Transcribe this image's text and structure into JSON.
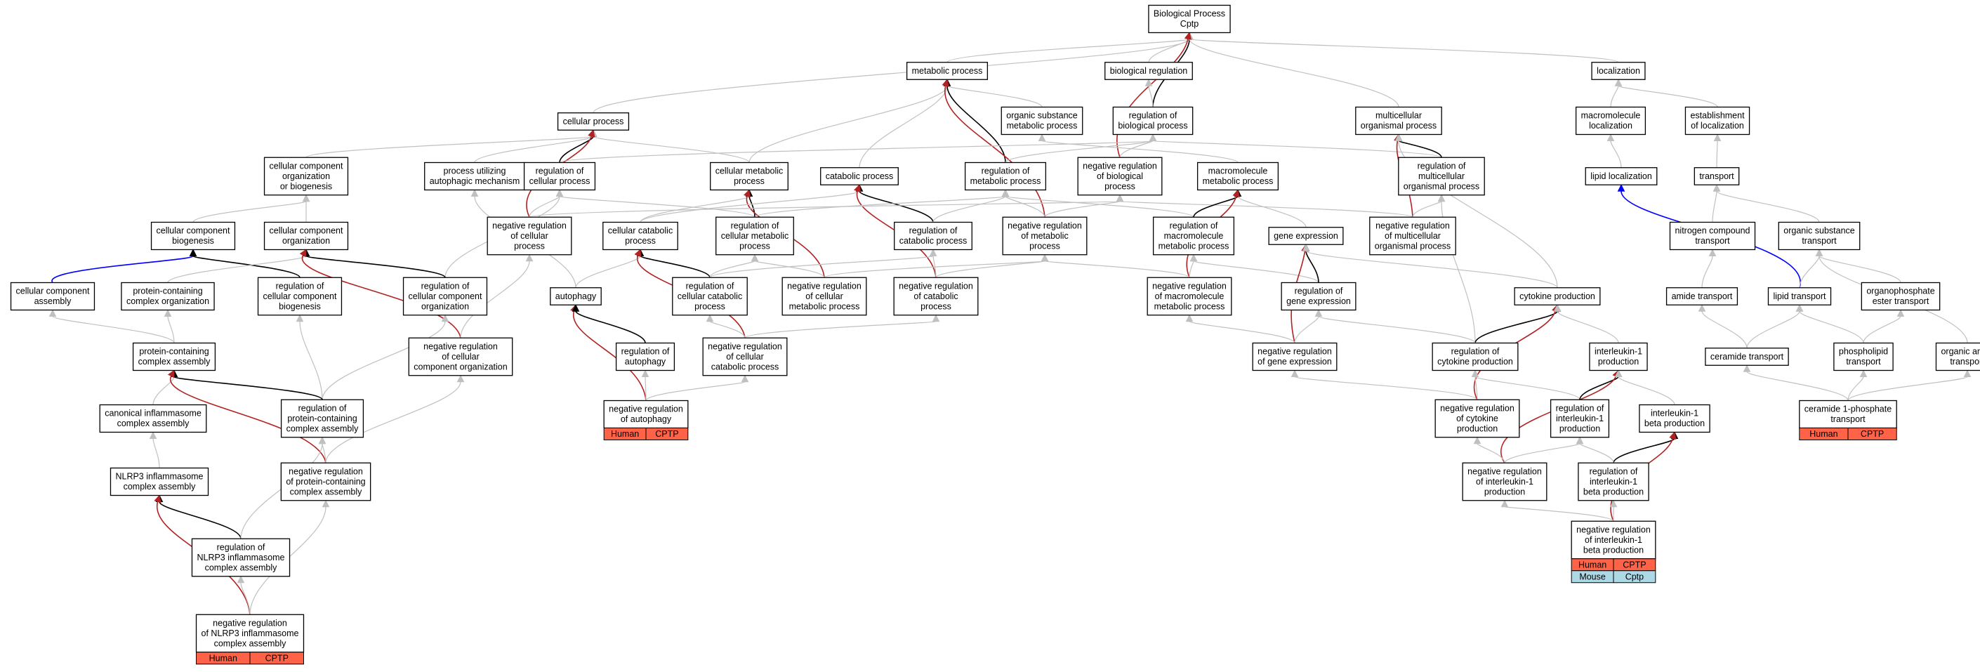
{
  "colors": {
    "edge_gray": "#c0c0c0",
    "edge_black": "#000000",
    "edge_red": "#b22222",
    "edge_blue": "#0000ff",
    "human_tag": "#ff6347",
    "mouse_tag": "#add8e6"
  },
  "nodes": [
    {
      "id": "bp",
      "lines": [
        "Biological Process",
        "Cptp"
      ]
    },
    {
      "id": "metab",
      "lines": [
        "metabolic process"
      ]
    },
    {
      "id": "bioreg",
      "lines": [
        "biological regulation"
      ]
    },
    {
      "id": "loc",
      "lines": [
        "localization"
      ]
    },
    {
      "id": "cellproc",
      "lines": [
        "cellular process"
      ]
    },
    {
      "id": "orgsub",
      "lines": [
        "organic substance",
        "metabolic process"
      ]
    },
    {
      "id": "regbio",
      "lines": [
        "regulation of",
        "biological process"
      ]
    },
    {
      "id": "multi",
      "lines": [
        "multicellular",
        "organismal process"
      ]
    },
    {
      "id": "macroloc",
      "lines": [
        "macromolecule",
        "localization"
      ]
    },
    {
      "id": "estloc",
      "lines": [
        "establishment",
        "of localization"
      ]
    },
    {
      "id": "ccob",
      "lines": [
        "cellular component",
        "organization",
        "or biogenesis"
      ]
    },
    {
      "id": "autophmech",
      "lines": [
        "process utilizing",
        "autophagic mechanism"
      ]
    },
    {
      "id": "regcell",
      "lines": [
        "regulation of",
        "cellular process"
      ]
    },
    {
      "id": "cellmetab",
      "lines": [
        "cellular metabolic",
        "process"
      ]
    },
    {
      "id": "catab",
      "lines": [
        "catabolic process"
      ]
    },
    {
      "id": "regmetab",
      "lines": [
        "regulation of",
        "metabolic process"
      ]
    },
    {
      "id": "negregbio",
      "lines": [
        "negative regulation",
        "of biological",
        "process"
      ]
    },
    {
      "id": "macrometab",
      "lines": [
        "macromolecule",
        "metabolic process"
      ]
    },
    {
      "id": "regmulti",
      "lines": [
        "regulation of",
        "multicellular",
        "organismal process"
      ]
    },
    {
      "id": "lipidloc",
      "lines": [
        "lipid localization"
      ]
    },
    {
      "id": "transport",
      "lines": [
        "transport"
      ]
    },
    {
      "id": "ccbio",
      "lines": [
        "cellular component",
        "biogenesis"
      ]
    },
    {
      "id": "ccorg",
      "lines": [
        "cellular component",
        "organization"
      ]
    },
    {
      "id": "negregcell",
      "lines": [
        "negative regulation",
        "of cellular",
        "process"
      ]
    },
    {
      "id": "cellcatab",
      "lines": [
        "cellular catabolic",
        "process"
      ]
    },
    {
      "id": "regcellmetab",
      "lines": [
        "regulation of",
        "cellular metabolic",
        "process"
      ]
    },
    {
      "id": "regcatab",
      "lines": [
        "regulation of",
        "catabolic process"
      ]
    },
    {
      "id": "negregmetab",
      "lines": [
        "negative regulation",
        "of metabolic",
        "process"
      ]
    },
    {
      "id": "regmacrometab",
      "lines": [
        "regulation of",
        "macromolecule",
        "metabolic process"
      ]
    },
    {
      "id": "geneexpr",
      "lines": [
        "gene expression"
      ]
    },
    {
      "id": "negregmulti",
      "lines": [
        "negative regulation",
        "of multicellular",
        "organismal process"
      ]
    },
    {
      "id": "nitro",
      "lines": [
        "nitrogen compound",
        "transport"
      ]
    },
    {
      "id": "orgsubtrans",
      "lines": [
        "organic substance",
        "transport"
      ]
    },
    {
      "id": "ccasm",
      "lines": [
        "cellular component",
        "assembly"
      ]
    },
    {
      "id": "pcco",
      "lines": [
        "protein-containing",
        "complex organization"
      ]
    },
    {
      "id": "regccbio",
      "lines": [
        "regulation of",
        "cellular component",
        "biogenesis"
      ]
    },
    {
      "id": "regccorg",
      "lines": [
        "regulation of",
        "cellular component",
        "organization"
      ]
    },
    {
      "id": "autophagy",
      "lines": [
        "autophagy"
      ]
    },
    {
      "id": "regcellcatab",
      "lines": [
        "regulation of",
        "cellular catabolic",
        "process"
      ]
    },
    {
      "id": "negregcellmetab",
      "lines": [
        "negative regulation",
        "of cellular",
        "metabolic process"
      ]
    },
    {
      "id": "negregcatab",
      "lines": [
        "negative regulation",
        "of catabolic",
        "process"
      ]
    },
    {
      "id": "negregmacro",
      "lines": [
        "negative regulation",
        "of macromolecule",
        "metabolic process"
      ]
    },
    {
      "id": "reggeneexpr",
      "lines": [
        "regulation of",
        "gene expression"
      ]
    },
    {
      "id": "cytoprod",
      "lines": [
        "cytokine production"
      ]
    },
    {
      "id": "amide",
      "lines": [
        "amide transport"
      ]
    },
    {
      "id": "lipidtrans",
      "lines": [
        "lipid transport"
      ]
    },
    {
      "id": "organophos",
      "lines": [
        "organophosphate",
        "ester transport"
      ]
    },
    {
      "id": "pcca",
      "lines": [
        "protein-containing",
        "complex assembly"
      ]
    },
    {
      "id": "negregccorg",
      "lines": [
        "negative regulation",
        "of cellular",
        "component organization"
      ]
    },
    {
      "id": "regautoph",
      "lines": [
        "regulation of",
        "autophagy"
      ]
    },
    {
      "id": "negregcellcatab",
      "lines": [
        "negative regulation",
        "of cellular",
        "catabolic process"
      ]
    },
    {
      "id": "negreggene",
      "lines": [
        "negative regulation",
        "of gene expression"
      ]
    },
    {
      "id": "regcyto",
      "lines": [
        "regulation of",
        "cytokine production"
      ]
    },
    {
      "id": "il1prod",
      "lines": [
        "interleukin-1",
        "production"
      ]
    },
    {
      "id": "ceramide",
      "lines": [
        "ceramide transport"
      ]
    },
    {
      "id": "phospholipid",
      "lines": [
        "phospholipid",
        "transport"
      ]
    },
    {
      "id": "organanion",
      "lines": [
        "organic anion",
        "transport"
      ]
    },
    {
      "id": "canon",
      "lines": [
        "canonical inflammasome",
        "complex assembly"
      ]
    },
    {
      "id": "regpcca",
      "lines": [
        "regulation of",
        "protein-containing",
        "complex assembly"
      ]
    },
    {
      "id": "negregautoph",
      "lines": [
        "negative regulation",
        "of autophagy"
      ],
      "tags": [
        [
          "Human",
          "CPTP"
        ]
      ]
    },
    {
      "id": "negregcyto",
      "lines": [
        "negative regulation",
        "of cytokine",
        "production"
      ]
    },
    {
      "id": "regil1",
      "lines": [
        "regulation of",
        "interleukin-1",
        "production"
      ]
    },
    {
      "id": "il1beta",
      "lines": [
        "interleukin-1",
        "beta production"
      ]
    },
    {
      "id": "c1p",
      "lines": [
        "ceramide 1-phosphate",
        "transport"
      ],
      "tags": [
        [
          "Human",
          "CPTP"
        ]
      ]
    },
    {
      "id": "nlrp3",
      "lines": [
        "NLRP3 inflammasome",
        "complex assembly"
      ]
    },
    {
      "id": "negregpcca",
      "lines": [
        "negative regulation",
        "of protein-containing",
        "complex assembly"
      ]
    },
    {
      "id": "negregil1",
      "lines": [
        "negative regulation",
        "of interleukin-1",
        "production"
      ]
    },
    {
      "id": "regil1beta",
      "lines": [
        "regulation of",
        "interleukin-1",
        "beta production"
      ]
    },
    {
      "id": "regnlrp3",
      "lines": [
        "regulation of",
        "NLRP3 inflammasome",
        "complex assembly"
      ]
    },
    {
      "id": "negregil1beta",
      "lines": [
        "negative regulation",
        "of interleukin-1",
        "beta production"
      ],
      "tags": [
        [
          "Human",
          "CPTP"
        ],
        [
          "Mouse",
          "Cptp"
        ]
      ]
    },
    {
      "id": "negregnlrp3",
      "lines": [
        "negative regulation",
        "of NLRP3 inflammasome",
        "complex assembly"
      ],
      "tags": [
        [
          "Human",
          "CPTP"
        ]
      ]
    }
  ],
  "edges": [
    [
      "metab",
      "bp",
      "gray"
    ],
    [
      "bioreg",
      "bp",
      "gray"
    ],
    [
      "loc",
      "bp",
      "gray"
    ],
    [
      "cellproc",
      "bp",
      "gray"
    ],
    [
      "regbio",
      "bp",
      "black"
    ],
    [
      "multi",
      "bp",
      "gray"
    ],
    [
      "negregbio",
      "bp",
      "red"
    ],
    [
      "orgsub",
      "metab",
      "gray"
    ],
    [
      "cellmetab",
      "metab",
      "gray"
    ],
    [
      "catab",
      "metab",
      "gray"
    ],
    [
      "regmetab",
      "metab",
      "black"
    ],
    [
      "negregmetab",
      "metab",
      "red"
    ],
    [
      "regbio",
      "bioreg",
      "gray"
    ],
    [
      "macroloc",
      "loc",
      "gray"
    ],
    [
      "estloc",
      "loc",
      "gray"
    ],
    [
      "ccob",
      "cellproc",
      "gray"
    ],
    [
      "autophmech",
      "cellproc",
      "gray"
    ],
    [
      "regcell",
      "cellproc",
      "black"
    ],
    [
      "cellmetab",
      "cellproc",
      "gray"
    ],
    [
      "negregcell",
      "cellproc",
      "red"
    ],
    [
      "macrometab",
      "orgsub",
      "gray"
    ],
    [
      "regcell",
      "regbio",
      "gray"
    ],
    [
      "regmetab",
      "regbio",
      "gray"
    ],
    [
      "negregbio",
      "regbio",
      "gray"
    ],
    [
      "regmulti",
      "regbio",
      "gray"
    ],
    [
      "regmulti",
      "multi",
      "black"
    ],
    [
      "negregmulti",
      "multi",
      "red"
    ],
    [
      "cytoprod",
      "multi",
      "gray"
    ],
    [
      "lipidloc",
      "macroloc",
      "gray"
    ],
    [
      "transport",
      "estloc",
      "gray"
    ],
    [
      "ccbio",
      "ccob",
      "gray"
    ],
    [
      "ccorg",
      "ccob",
      "gray"
    ],
    [
      "autophagy",
      "autophmech",
      "gray"
    ],
    [
      "negregcell",
      "regcell",
      "gray"
    ],
    [
      "regccorg",
      "regcell",
      "gray"
    ],
    [
      "regcellmetab",
      "regcell",
      "gray"
    ],
    [
      "cellcatab",
      "cellmetab",
      "gray"
    ],
    [
      "regcellmetab",
      "cellmetab",
      "black"
    ],
    [
      "negregcellmetab",
      "cellmetab",
      "red"
    ],
    [
      "cellcatab",
      "catab",
      "gray"
    ],
    [
      "regcatab",
      "catab",
      "black"
    ],
    [
      "negregcatab",
      "catab",
      "red"
    ],
    [
      "negregmetab",
      "regmetab",
      "gray"
    ],
    [
      "regmacrometab",
      "regmetab",
      "gray"
    ],
    [
      "regcellmetab",
      "regmetab",
      "gray"
    ],
    [
      "regcatab",
      "regmetab",
      "gray"
    ],
    [
      "negregcell",
      "negregbio",
      "gray"
    ],
    [
      "negregmetab",
      "negregbio",
      "gray"
    ],
    [
      "negregmulti",
      "negregbio",
      "gray"
    ],
    [
      "geneexpr",
      "macrometab",
      "gray"
    ],
    [
      "regmacrometab",
      "macrometab",
      "black"
    ],
    [
      "negregmacro",
      "macrometab",
      "red"
    ],
    [
      "negregmulti",
      "regmulti",
      "gray"
    ],
    [
      "regcyto",
      "regmulti",
      "gray"
    ],
    [
      "lipidtrans",
      "lipidloc",
      "blue"
    ],
    [
      "nitro",
      "transport",
      "gray"
    ],
    [
      "orgsubtrans",
      "transport",
      "gray"
    ],
    [
      "ccasm",
      "ccbio",
      "blue"
    ],
    [
      "regccbio",
      "ccbio",
      "black"
    ],
    [
      "pcco",
      "ccorg",
      "gray"
    ],
    [
      "regccorg",
      "ccorg",
      "black"
    ],
    [
      "negregccorg",
      "ccorg",
      "red"
    ],
    [
      "negregccorg",
      "negregcell",
      "gray"
    ],
    [
      "autophagy",
      "cellcatab",
      "gray"
    ],
    [
      "regcellcatab",
      "cellcatab",
      "black"
    ],
    [
      "negregcellcatab",
      "cellcatab",
      "red"
    ],
    [
      "regcellcatab",
      "regcellmetab",
      "gray"
    ],
    [
      "negregcellmetab",
      "regcellmetab",
      "gray"
    ],
    [
      "regcellcatab",
      "regcatab",
      "gray"
    ],
    [
      "negregcatab",
      "regcatab",
      "gray"
    ],
    [
      "negregmacro",
      "negregmetab",
      "gray"
    ],
    [
      "negregcellmetab",
      "negregmetab",
      "gray"
    ],
    [
      "negregcatab",
      "negregmetab",
      "gray"
    ],
    [
      "negregmacro",
      "regmacrometab",
      "gray"
    ],
    [
      "reggeneexpr",
      "regmacrometab",
      "gray"
    ],
    [
      "reggeneexpr",
      "geneexpr",
      "black"
    ],
    [
      "negreggene",
      "geneexpr",
      "red"
    ],
    [
      "cytoprod",
      "geneexpr",
      "gray"
    ],
    [
      "amide",
      "nitro",
      "gray"
    ],
    [
      "lipidtrans",
      "orgsubtrans",
      "gray"
    ],
    [
      "organophos",
      "orgsubtrans",
      "gray"
    ],
    [
      "organanion",
      "orgsubtrans",
      "gray"
    ],
    [
      "pcca",
      "ccasm",
      "gray"
    ],
    [
      "pcca",
      "pcco",
      "gray"
    ],
    [
      "regpcca",
      "regccbio",
      "gray"
    ],
    [
      "regpcca",
      "regccorg",
      "gray"
    ],
    [
      "negregautoph",
      "autophagy",
      "red"
    ],
    [
      "regautoph",
      "autophagy",
      "black"
    ],
    [
      "negregcellcatab",
      "regcellcatab",
      "gray"
    ],
    [
      "negregcellcatab",
      "negregcatab",
      "gray"
    ],
    [
      "negregautoph",
      "regautoph",
      "gray"
    ],
    [
      "negregautoph",
      "negregcellcatab",
      "gray"
    ],
    [
      "negreggene",
      "reggeneexpr",
      "gray"
    ],
    [
      "negreggene",
      "negregmacro",
      "gray"
    ],
    [
      "negregcyto",
      "negreggene",
      "gray"
    ],
    [
      "regcyto",
      "cytoprod",
      "black"
    ],
    [
      "negregcyto",
      "cytoprod",
      "red"
    ],
    [
      "il1prod",
      "cytoprod",
      "gray"
    ],
    [
      "regcyto",
      "reggeneexpr",
      "gray"
    ],
    [
      "negregcyto",
      "regcyto",
      "gray"
    ],
    [
      "regil1",
      "regcyto",
      "gray"
    ],
    [
      "regil1",
      "il1prod",
      "black"
    ],
    [
      "negregil1",
      "il1prod",
      "red"
    ],
    [
      "il1beta",
      "il1prod",
      "gray"
    ],
    [
      "ceramide",
      "amide",
      "gray"
    ],
    [
      "ceramide",
      "lipidtrans",
      "gray"
    ],
    [
      "phospholipid",
      "lipidtrans",
      "gray"
    ],
    [
      "phospholipid",
      "organophos",
      "gray"
    ],
    [
      "c1p",
      "ceramide",
      "gray"
    ],
    [
      "c1p",
      "phospholipid",
      "gray"
    ],
    [
      "c1p",
      "organanion",
      "gray"
    ],
    [
      "canon",
      "pcca",
      "gray"
    ],
    [
      "regpcca",
      "pcca",
      "black"
    ],
    [
      "negregpcca",
      "pcca",
      "red"
    ],
    [
      "nlrp3",
      "canon",
      "gray"
    ],
    [
      "negregpcca",
      "regpcca",
      "gray"
    ],
    [
      "negregpcca",
      "negregccorg",
      "gray"
    ],
    [
      "negregil1",
      "regil1",
      "gray"
    ],
    [
      "negregil1",
      "negregcyto",
      "gray"
    ],
    [
      "regil1beta",
      "il1beta",
      "black"
    ],
    [
      "negregil1beta",
      "il1beta",
      "red"
    ],
    [
      "regil1beta",
      "regil1",
      "gray"
    ],
    [
      "negregil1beta",
      "regil1beta",
      "gray"
    ],
    [
      "negregil1beta",
      "negregil1",
      "gray"
    ],
    [
      "regnlrp3",
      "nlrp3",
      "black"
    ],
    [
      "negregnlrp3",
      "nlrp3",
      "red"
    ],
    [
      "regnlrp3",
      "regpcca",
      "gray"
    ],
    [
      "negregnlrp3",
      "regnlrp3",
      "gray"
    ],
    [
      "negregnlrp3",
      "negregpcca",
      "gray"
    ]
  ]
}
